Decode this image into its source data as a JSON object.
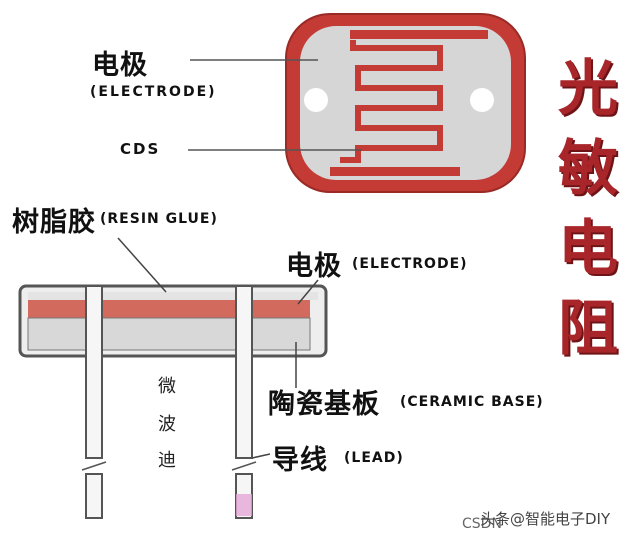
{
  "top_view": {
    "electrode_cn": "电极",
    "electrode_en": "(ELECTRODE)",
    "cds_label": "CDS"
  },
  "title_chars": [
    "光",
    "敏",
    "电",
    "阻"
  ],
  "side_view": {
    "resin_cn": "树脂胶",
    "resin_en": "(RESIN GLUE)",
    "electrode_cn": "电极",
    "electrode_en": "(ELECTRODE)",
    "ceramic_cn": "陶瓷基板",
    "ceramic_en": "(CERAMIC BASE)",
    "lead_cn": "导线",
    "lead_en": "(LEAD)",
    "vertical_chars": [
      "微",
      "波",
      "迪"
    ]
  },
  "watermark": {
    "left": "CSDN",
    "right": "头条@智能电子DIY"
  },
  "colors": {
    "electrode_red": "#c23a34",
    "title_red": "#a8262a",
    "body_grey": "#d8d8d8"
  }
}
